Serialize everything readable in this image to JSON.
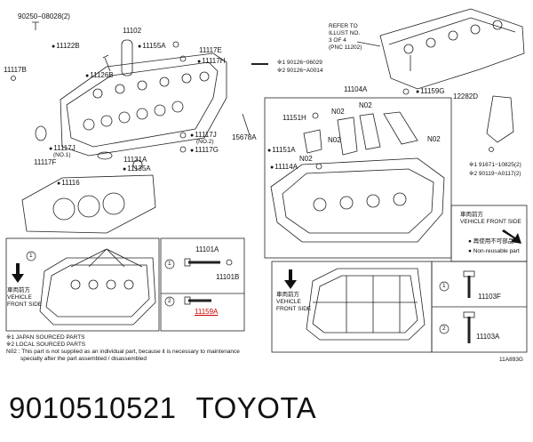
{
  "labels": {
    "l90250": "90250−08028(2)",
    "l11102": "11102",
    "l11122b": "11122B",
    "l11155a": "11155A",
    "l11117e": "11117E",
    "l11117h": "11117H",
    "l11117b": "11117B",
    "l11126b": "11126B",
    "l90126a": "※1 90126−06029",
    "l90126b": "※2 90126−A0014",
    "l11117j_left": "11117J",
    "l11117j_left_note": "(NO.1)",
    "l11117f": "11117F",
    "l11131a": "11131A",
    "l11135a": "11135A",
    "l11117j_right": "11117J",
    "l11117j_right_note": "(NO.2)",
    "l11117g": "11117G",
    "l15678a": "15678A",
    "l11116": "11116",
    "refer1": "REFER TO",
    "refer2": "ILLUST NO.",
    "refer3": "3 OF 4",
    "refer4": "(PNC 11202)",
    "l11104a": "11104A",
    "l11159g": "11159G",
    "l12282d": "12282D",
    "l11151h": "11151H",
    "n02a": "N02",
    "n02b": "N02",
    "n02c": "N02",
    "n02d": "N02",
    "n02e": "N02",
    "l11151a": "11151A",
    "l11114a": "11114A",
    "l91671": "※1 91671−10825(2)",
    "l90119": "※2 90119−A0117(2)",
    "l11101a": "11101A",
    "l11101b": "11101B",
    "l11159a": "11159A",
    "front_jp_left": "車両前方",
    "front_en1_left": "VEHICLE",
    "front_en2_left": "FRONT SIDE",
    "front_jp_mid": "車両前方",
    "front_en1_mid": "VEHICLE",
    "front_en2_mid": "FRONT SIDE",
    "front_jp_right": "車両前方",
    "front_en_right": "VEHICLE FRONT SIDE",
    "reuse_jp": "再使用不可部品",
    "reuse_en": "Non-reusable part",
    "l11103f": "11103F",
    "l11103a": "11103A",
    "c1": "1",
    "c2": "2",
    "c3": "1",
    "c4": "2",
    "ref_code": "11A893G"
  },
  "legend": {
    "line1": "※1  JAPAN SOURCED PARTS",
    "line2": "※2  LOCAL SOURCED PARTS",
    "line3": "N02 : This part is not supplied as an individual part, because it is necessary to maintenance",
    "line4": "specially after the part assembled / disassembled"
  },
  "footer": {
    "part_number": "9010510521",
    "brand": "TOYOTA"
  }
}
